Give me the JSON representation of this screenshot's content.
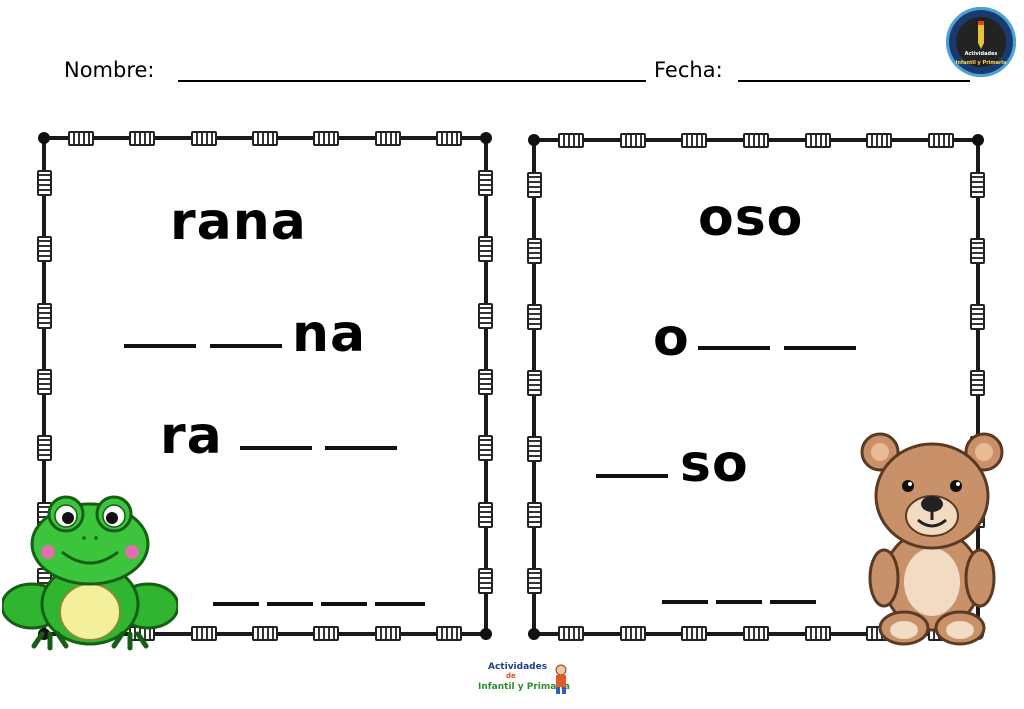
{
  "header": {
    "name_label": "Nombre:",
    "date_label": "Fecha:"
  },
  "logo": {
    "badge_line1": "Actividades",
    "badge_line2": "Infantil y Primaria",
    "footer_line1": "Actividades",
    "footer_line2": "de",
    "footer_line3": "Infantil y Primaria"
  },
  "cards": [
    {
      "word": "rana",
      "line2_suffix": "na",
      "line3_prefix": "ra",
      "illustration": "frog-icon"
    },
    {
      "word": "oso",
      "line2_prefix": "o",
      "line3_suffix": "so",
      "illustration": "bear-icon"
    }
  ],
  "colors": {
    "frog_green": "#2fb52f",
    "frog_belly": "#f4ef9a",
    "bear_brown": "#c8916a",
    "bear_muzzle": "#f1dcc3"
  }
}
